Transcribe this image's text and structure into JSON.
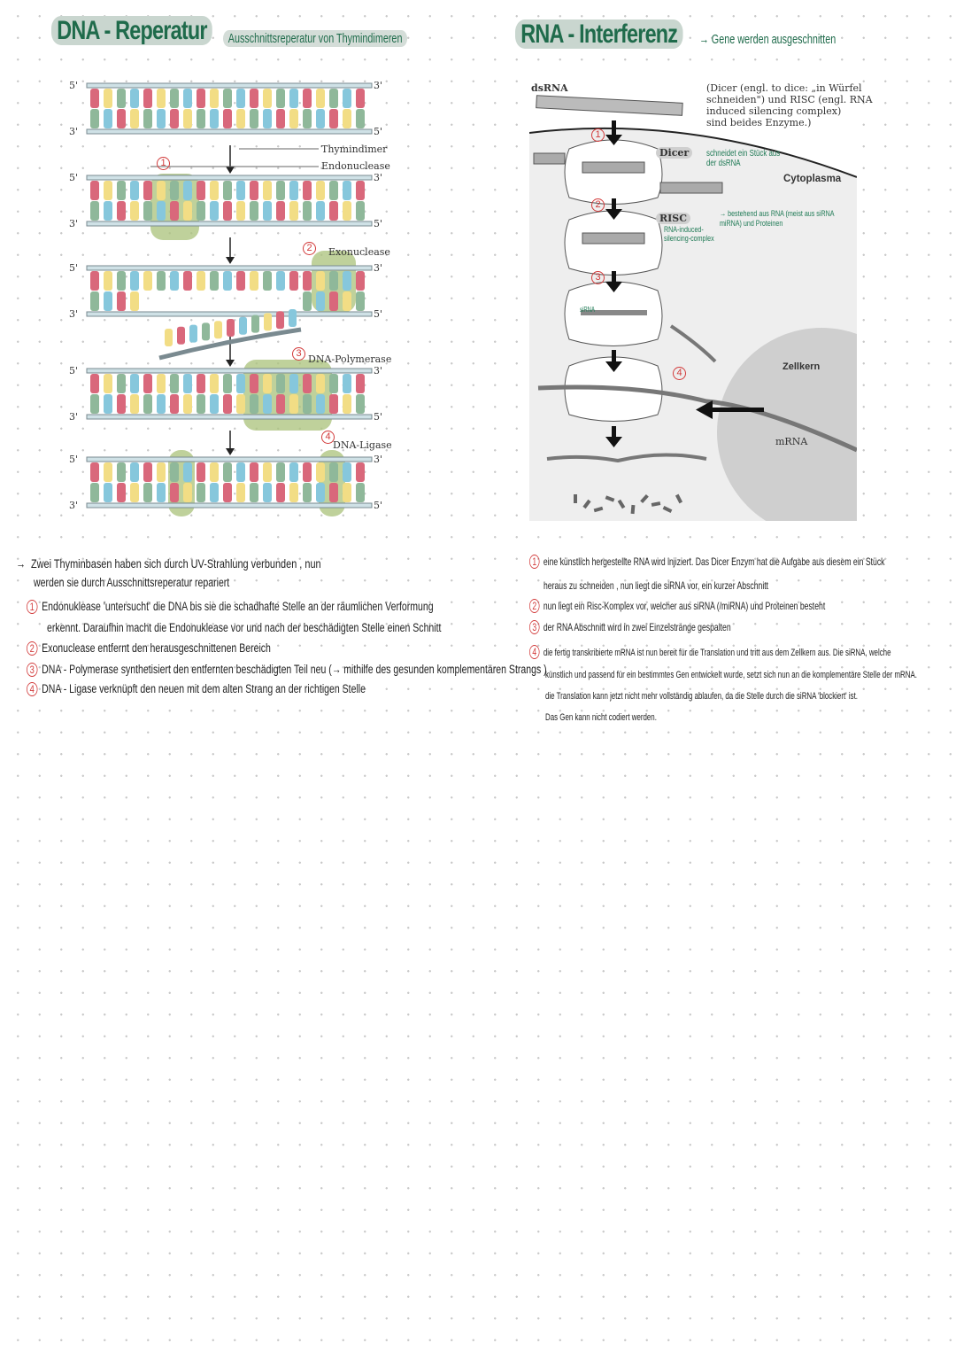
{
  "left": {
    "title": "DNA - Reperatur",
    "subtitle": "Ausschnittsreperatur von Thymindimeren",
    "diagram": {
      "prime5": "5'",
      "prime3": "3'",
      "labels": {
        "thymindimer": "Thymindimer",
        "endonuclease": "Endonuclease",
        "exonuclease": "Exonuclease",
        "polymerase": "DNA-Polymerase",
        "ligase": "DNA-Ligase"
      },
      "step_numbers": [
        "1",
        "2",
        "3",
        "4"
      ],
      "base_colors": [
        "#f2dd85",
        "#d9687b",
        "#86c7dc",
        "#8fb89a"
      ],
      "highlight_color": "#a9c27a"
    },
    "notes": {
      "intro_arrow": "→",
      "intro": [
        "Zwei Thyminbasen haben sich durch UV-Strahlung verbunden , nun",
        "werden sie durch Ausschnittsreperatur repariert"
      ],
      "steps": [
        {
          "num": "1",
          "lines": [
            "Endonuklease 'untersucht' die DNA bis sie die schadhafte Stelle an der räumlichen Verformung",
            "erkennt. Daraufhin macht die Endonuklease vor und nach der beschädigten Stelle einen Schnitt"
          ]
        },
        {
          "num": "2",
          "lines": [
            "Exonuclease entfernt den herausgeschnittenen Bereich"
          ]
        },
        {
          "num": "3",
          "lines": [
            "DNA - Polymerase synthetisiert den entfernten beschädigten Teil neu (→ mithilfe des gesunden komplementären Strangs )"
          ]
        },
        {
          "num": "4",
          "lines": [
            "DNA - Ligase verknüpft den neuen mit dem alten Strang an der richtigen Stelle"
          ]
        }
      ]
    }
  },
  "right": {
    "title": "RNA - Interferenz",
    "subtitle": "→ Gene werden ausgeschnitten",
    "diagram": {
      "dsrna": "dsRNA",
      "info": [
        "(Dicer (engl. to dice: „in Würfel",
        "schneiden\") und RISC (engl. RNA",
        "induced silencing complex)",
        "sind beides Enzyme.)"
      ],
      "dicer": "Dicer",
      "dicer_note": [
        "schneidet ein Stück aus",
        "der dsRNA"
      ],
      "cytoplasma": "Cytoplasma",
      "risc": "RISC",
      "risc_note": [
        "RNA-induced-",
        "silencing-complex"
      ],
      "risc_note2": [
        "→ bestehend aus RNA (meist aus siRNA",
        "miRNA) und Proteinen"
      ],
      "sirna": "siRNA",
      "zellkern": "Zellkern",
      "mrna": "mRNA",
      "step_numbers": [
        "1",
        "2",
        "3",
        "4"
      ],
      "background_color": "#eeeeee"
    },
    "notes": {
      "steps": [
        {
          "num": "1",
          "lines": [
            "eine künstlich hergestellte RNA wird injiziert. Das Dicer Enzym hat die Aufgabe aus diesem ein Stück",
            "heraus zu schneiden , nun liegt die siRNA vor, ein kurzer Abschnitt"
          ]
        },
        {
          "num": "2",
          "lines": [
            "nun liegt ein Risc-Komplex vor, welcher aus siRNA (/miRNA) und Proteinen besteht"
          ]
        },
        {
          "num": "3",
          "lines": [
            "der RNA Abschnitt wird in zwei Einzelstränge gespalten"
          ]
        },
        {
          "num": "4",
          "lines": [
            "die fertig transkribierte mRNA ist nun bereit für die Translation und tritt aus dem Zellkern aus. Die siRNA, welche",
            "künstlich und passend für ein bestimmtes Gen entwickelt wurde, setzt sich nun an die komplementäre Stelle der mRNA.",
            "die Translation kann jetzt nicht mehr vollständig ablaufen, da die Stelle durch die siRNA 'blockiert' ist.",
            "Das Gen kann nicht codiert werden."
          ]
        }
      ]
    }
  }
}
